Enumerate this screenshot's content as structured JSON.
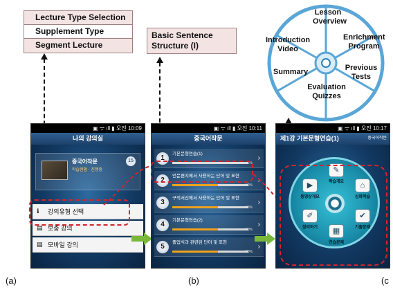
{
  "callouts": {
    "a": {
      "rows": [
        "Lecture Type Selection",
        "Supplement Type",
        "Segment Lecture"
      ]
    },
    "b": {
      "text": "Basic Sentence Structure (I)"
    }
  },
  "wheel": {
    "segments": [
      "Lesson Overview",
      "Enrichment Program",
      "Previous Tests",
      "Evaluation Quizzes",
      "Summary",
      "Introduction Video"
    ]
  },
  "screen_a": {
    "status": "▣ ᯤ ıll ▮ 오전 10:09",
    "title": "나의 강의실",
    "course_title": "중국어작문",
    "course_info": "학습현황 · 진행중",
    "badge": "15",
    "menu": [
      {
        "label": "강의유형 선택",
        "icon": "ℹ"
      },
      {
        "label": "보충 강의",
        "icon": "▤"
      },
      {
        "label": "모바일 강의",
        "icon": "▤"
      }
    ]
  },
  "screen_b": {
    "status": "▣ ᯤ ıll ▮ 오전 10:11",
    "title": "중국어작문",
    "lessons": [
      {
        "num": "1",
        "text": "기본문형연습(1)",
        "progress": 0,
        "pct": "0%"
      },
      {
        "num": "2",
        "text": "언문편지에서 사용하는 단어 및 표현",
        "progress": 60,
        "pct": "60%"
      },
      {
        "num": "3",
        "text": "구직서신에서 사용하는 단어 및 표현",
        "progress": 60,
        "pct": "60%"
      },
      {
        "num": "4",
        "text": "기본문형연습(2)",
        "progress": 60,
        "pct": "60%"
      },
      {
        "num": "5",
        "text": "졸업식과 관련된 단어 및 표현",
        "progress": 60,
        "pct": "60%"
      }
    ]
  },
  "screen_c": {
    "status": "▣ ᯤ ıll ▮ 오전 10:17",
    "title": "제1강 기본문형연습(1)",
    "subtitle": "중국어작문",
    "menu": [
      {
        "label": "학습개요",
        "icon": "✎"
      },
      {
        "label": "심화학습",
        "icon": "⌂"
      },
      {
        "label": "기출문제",
        "icon": "✔"
      },
      {
        "label": "연습문제",
        "icon": "▦"
      },
      {
        "label": "정리하기",
        "icon": "✐"
      },
      {
        "label": "동영상개요",
        "icon": "▶"
      }
    ]
  },
  "captions": {
    "a": "(a)",
    "b": "(b)",
    "c": "(c"
  },
  "colors": {
    "highlight": "#d3242b",
    "arrow": "#7ab83a",
    "callout_bg": "#f3e3e3",
    "wheel_ring": "#5aa6d6"
  }
}
